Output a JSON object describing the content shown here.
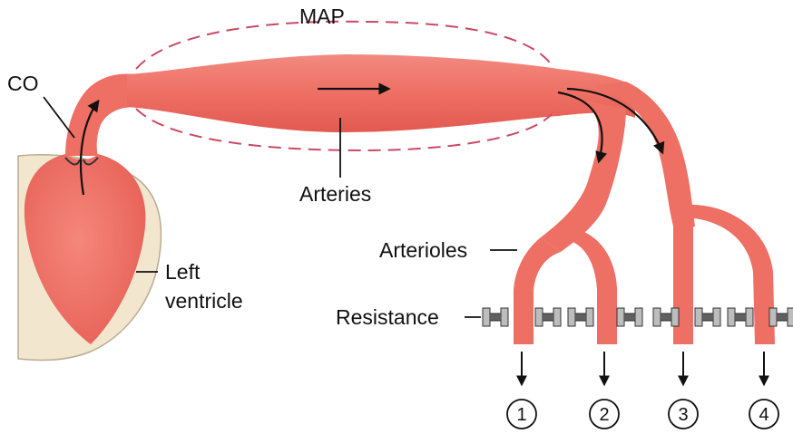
{
  "labels": {
    "map": "MAP",
    "co": "CO",
    "arteries": "Arteries",
    "arterioles": "Arterioles",
    "resistance": "Resistance",
    "left_ventricle_line1": "Left",
    "left_ventricle_line2": "ventricle"
  },
  "outlets": [
    "1",
    "2",
    "3",
    "4"
  ],
  "colors": {
    "vessel": "#ee6f64",
    "vessel_dark": "#c9453c",
    "heart_fill": "#f07468",
    "pericardium": "#f2e6cf",
    "map_dash": "#c94a64",
    "clamp": "#9a9a9a"
  }
}
